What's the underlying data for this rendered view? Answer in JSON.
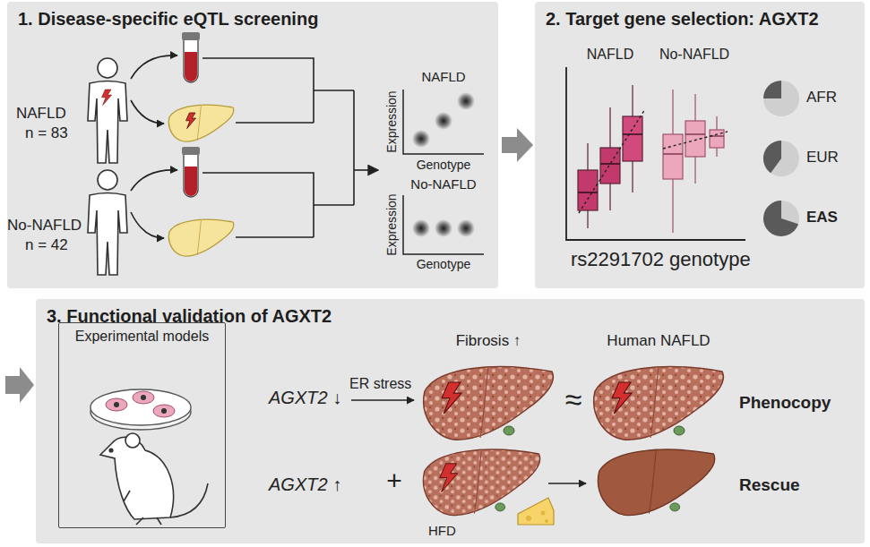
{
  "diagram": {
    "nodes": [
      {
        "text": [
          "1. Disease-specific eQTL screening"
        ]
      },
      {
        "text": [
          "2. Target gene selection: AGXT2"
        ]
      },
      {
        "text": [
          "3. Functional validation of AGXT2"
        ]
      },
      {
        "text": [
          "Experimental models"
        ],
        "in": 2
      }
    ],
    "edges": [
      {
        "from": 0,
        "to": 1,
        "arrow": "to"
      }
    ],
    "labels": [
      "NAFLD",
      "n = 83",
      "No-NAFLD",
      "n = 42",
      "NAFLD",
      "Expression",
      "Genotype",
      "No-NAFLD",
      "Expression",
      "Genotype",
      "NAFLD",
      "No-NAFLD",
      "AFR",
      "EUR",
      "EAS",
      "rs2291702 genotype",
      "AGXT2 ↓",
      "ER stress",
      "Fibrosis ↑",
      "Human NAFLD",
      "≈",
      "Phenocopy",
      "AGXT2 ↑",
      "+",
      "HFD",
      "Rescue"
    ]
  }
}
